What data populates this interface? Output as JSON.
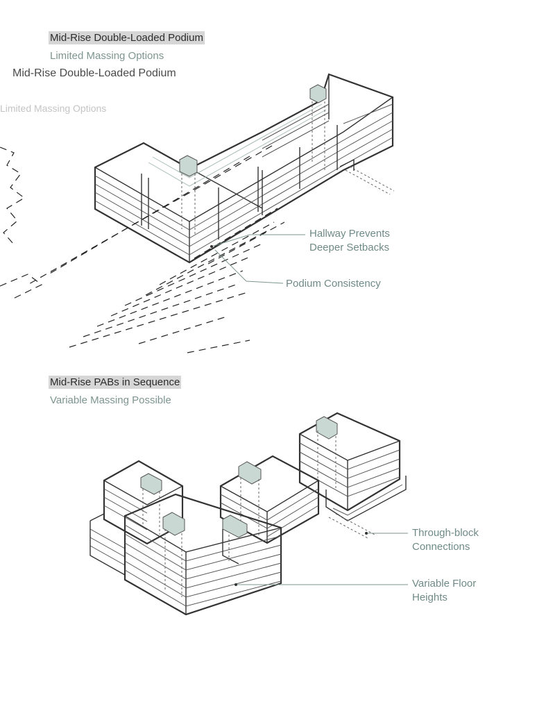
{
  "section1": {
    "title": "Mid-Rise Double-Loaded Podium",
    "subtitle": "Limited Massing Options",
    "ghost_title": "Mid-Rise Double-Loaded Podium",
    "ghost_subtitle": "Limited Massing Options",
    "callouts": {
      "hallway_line1": "Hallway Prevents",
      "hallway_line2": "Deeper Setbacks",
      "podium": "Podium Consistency"
    }
  },
  "section2": {
    "title": "Mid-Rise PABs in Sequence",
    "subtitle": "Variable Massing Possible",
    "callouts": {
      "through_line1": "Through-block",
      "through_line2": "Connections",
      "floor_line1": "Variable Floor",
      "floor_line2": "Heights"
    }
  },
  "colors": {
    "accent": "#7d9590",
    "line": "#333333",
    "core": "#c9d8d3"
  }
}
